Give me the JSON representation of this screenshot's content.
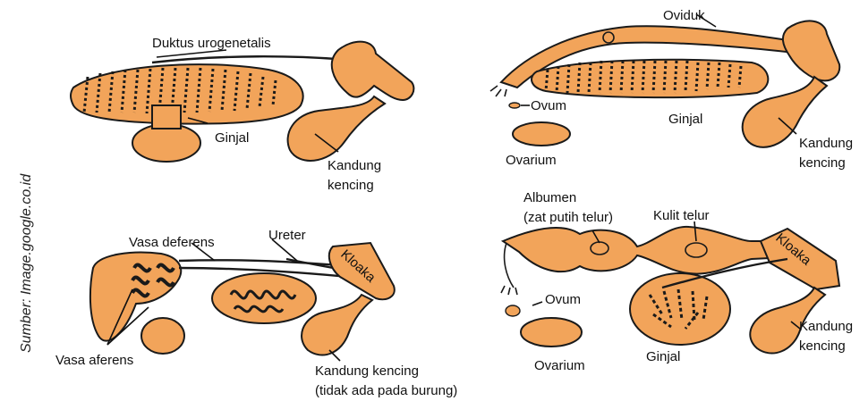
{
  "source": "Sumber: Image.google.co.id",
  "panels": {
    "top_left": {
      "duktus": "Duktus urogenetalis",
      "ginjal": "Ginjal",
      "kandung_1": "Kandung",
      "kandung_2": "kencing"
    },
    "top_right": {
      "oviduk": "Oviduk",
      "ovum": "Ovum",
      "ginjal": "Ginjal",
      "ovarium": "Ovarium",
      "kandung_1": "Kandung",
      "kandung_2": "kencing"
    },
    "bottom_left": {
      "vasa_deferens": "Vasa deferens",
      "ureter": "Ureter",
      "kloaka": "Kloaka",
      "vasa_aferens": "Vasa aferens",
      "kandung_1": "Kandung kencing",
      "kandung_2": "(tidak ada pada burung)"
    },
    "bottom_right": {
      "albumen_1": "Albumen",
      "albumen_2": "(zat putih telur)",
      "kulit": "Kulit telur",
      "kloaka": "Kloaka",
      "ovum": "Ovum",
      "ovarium": "Ovarium",
      "ginjal": "Ginjal",
      "kandung_1": "Kandung",
      "kandung_2": "kencing"
    }
  },
  "colors": {
    "organ": "#f2a45a",
    "outline": "#1a1a1a"
  }
}
